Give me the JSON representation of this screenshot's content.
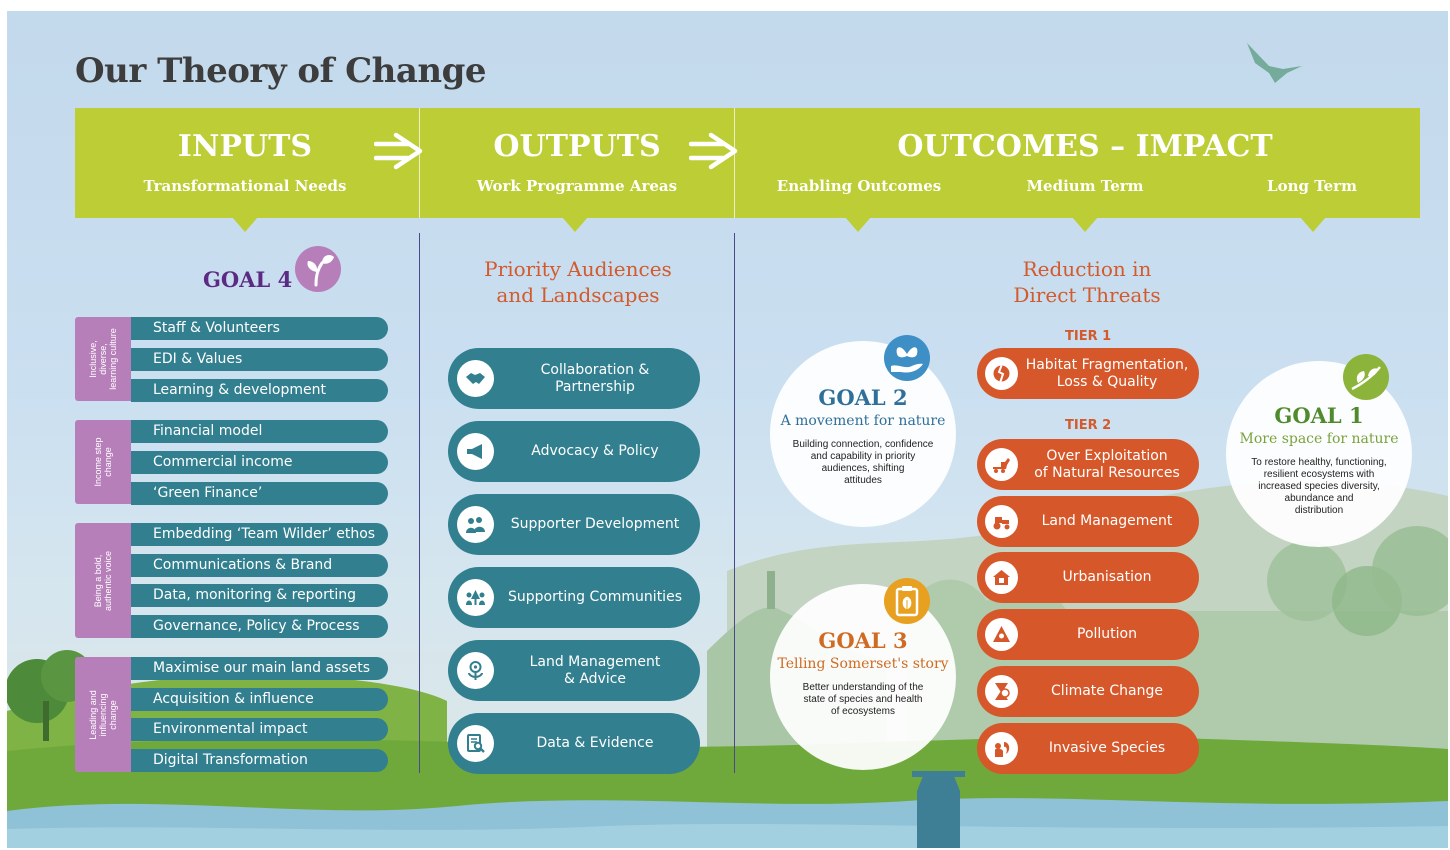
{
  "title": "Our Theory of Change",
  "colors": {
    "lime": "#bccd35",
    "teal": "#317f8f",
    "orange": "#d6582a",
    "purple": "#b77fba",
    "goal4": "#5b2a82",
    "goal1": "#7aa33b",
    "goal2": "#2f6f9a",
    "goal3": "#cf6b22"
  },
  "header": {
    "inputs": {
      "title": "INPUTS",
      "subtitle": "Transformational Needs"
    },
    "outputs": {
      "title": "OUTPUTS",
      "subtitle": "Work Programme Areas"
    },
    "outcomes": {
      "title": "OUTCOMES – IMPACT",
      "enabling": "Enabling Outcomes",
      "medium": "Medium Term",
      "long": "Long Term"
    }
  },
  "inputs": {
    "goal_label": "GOAL 4",
    "goal_icon": "seedling-icon",
    "groups": [
      {
        "tab": "Inclusive,\ndiverse,\nlearning culture",
        "items": [
          "Staff & Volunteers",
          "EDI & Values",
          "Learning & development"
        ]
      },
      {
        "tab": "Income step\nchange",
        "items": [
          "Financial model",
          "Commercial income",
          "‘Green Finance’"
        ]
      },
      {
        "tab": "Being a bold,\nauthentic voice",
        "items": [
          "Embedding ‘Team Wilder’ ethos",
          "Communications & Brand",
          "Data, monitoring & reporting",
          "Governance, Policy & Process"
        ]
      },
      {
        "tab": "Leading and\ninfluencing\nchange",
        "items": [
          "Maximise our main land assets",
          "Acquisition & influence",
          "Environmental impact",
          "Digital Transformation"
        ]
      }
    ]
  },
  "outputs": {
    "heading": "Priority Audiences\nand Landscapes",
    "items": [
      {
        "label": "Collaboration &\nPartnership",
        "icon": "handshake-icon"
      },
      {
        "label": "Advocacy & Policy",
        "icon": "megaphone-icon"
      },
      {
        "label": "Supporter Development",
        "icon": "people-group-icon"
      },
      {
        "label": "Supporting Communities",
        "icon": "community-icon"
      },
      {
        "label": "Land Management\n& Advice",
        "icon": "flower-icon"
      },
      {
        "label": "Data & Evidence",
        "icon": "document-search-icon"
      }
    ]
  },
  "goals": {
    "goal2": {
      "title": "GOAL 2",
      "subtitle": "A movement for nature",
      "description": "Building connection, confidence\nand capability in priority\naudiences, shifting\nattitudes",
      "icon": "butterfly-hand-icon"
    },
    "goal3": {
      "title": "GOAL 3",
      "subtitle": "Telling Somerset's story",
      "description": "Better understanding of the\nstate of species and health\nof ecosystems",
      "icon": "clipboard-leaf-icon"
    },
    "goal1": {
      "title": "GOAL 1",
      "subtitle": "More space for nature",
      "description": "To restore healthy, functioning,\nresilient ecosystems with\nincreased species diversity,\nabundance and\ndistribution",
      "icon": "bird-branch-icon"
    }
  },
  "threats": {
    "heading": "Reduction in\nDirect Threats",
    "tier1": "TIER 1",
    "tier2": "TIER 2",
    "items": [
      {
        "label": "Habitat Fragmentation,\nLoss & Quality",
        "icon": "broken-habitat-icon"
      },
      {
        "label": "Over Exploitation\nof Natural Resources",
        "icon": "digger-icon"
      },
      {
        "label": "Land Management",
        "icon": "tractor-icon"
      },
      {
        "label": "Urbanisation",
        "icon": "house-icon"
      },
      {
        "label": "Pollution",
        "icon": "hazard-icon"
      },
      {
        "label": "Climate Change",
        "icon": "globe-hourglass-icon"
      },
      {
        "label": "Invasive Species",
        "icon": "squirrel-icon"
      }
    ]
  }
}
